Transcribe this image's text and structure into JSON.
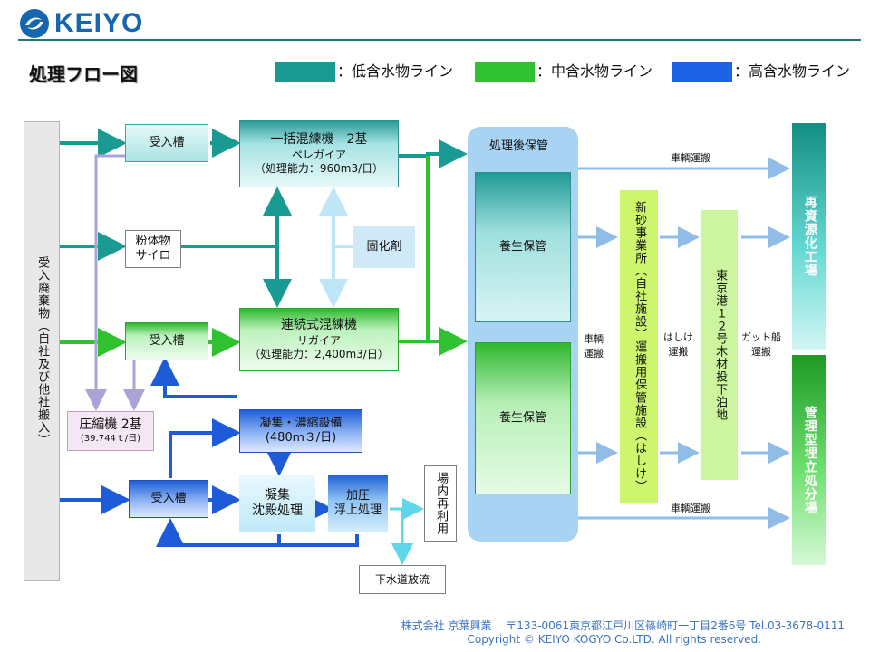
{
  "header": {
    "logo_text": "KEIYO",
    "title": "処理フロー図"
  },
  "legend": [
    {
      "label": "：低含水物ライン",
      "color": "#1a9a92"
    },
    {
      "label": "：中含水物ライン",
      "color": "#2fc12f"
    },
    {
      "label": "：高含水物ライン",
      "color": "#1e63e6"
    }
  ],
  "nodes": {
    "intake_waste": "受入廃棄物（自社及び他社搬入）",
    "tank1": "受入槽",
    "mixer1": {
      "line1": "一括混練機　2基",
      "line2": "ペレガイア",
      "line3": "（処理能力：960m3/日）"
    },
    "powder_silo": {
      "line1": "粉体物",
      "line2": "サイロ"
    },
    "solidifier": "固化剤",
    "tank2": "受入槽",
    "mixer2": {
      "line1": "連続式混練機",
      "line2": "リガイア",
      "line3": "（処理能力：2,400m3/日）"
    },
    "compressor": {
      "line1": "圧縮機 2基",
      "line2": "(39.744ｔ/日)"
    },
    "thickener": {
      "line1": "凝集・濃縮設備",
      "line2": "(480ｍ３/日)"
    },
    "tank3": "受入槽",
    "coag": {
      "line1": "凝集",
      "line2": "沈殿処理"
    },
    "flotation": {
      "line1": "加圧",
      "line2": "浮上処理"
    },
    "reuse": "場内再利用",
    "sewer": "下水道放流",
    "storage_title": "処理後保管",
    "cure1": "養生保管",
    "cure2": "養生保管",
    "new_sand": "新砂事業所（自社施設）運搬用保管施設（はしけ）",
    "tokyo_port": "東京港１２号木材投下泊地",
    "recycle_plant": "再資源化工場",
    "landfill": "管理型埋立処分場"
  },
  "edge_labels": {
    "truck_top": "車輌運搬",
    "truck_mid": "車輌\n運搬",
    "barge": "はしけ\n運搬",
    "gut_ship": "ガット船\n運搬",
    "truck_bottom": "車輌運搬"
  },
  "footer": {
    "address": "株式会社 京葉興業　 〒133-0061東京都江戸川区篠崎町一丁目2番6号 Tel.03-3678-0111",
    "copyright": "Copyright © KEIYO  KOGYO   Co.LTD.  All  rights reserved."
  }
}
